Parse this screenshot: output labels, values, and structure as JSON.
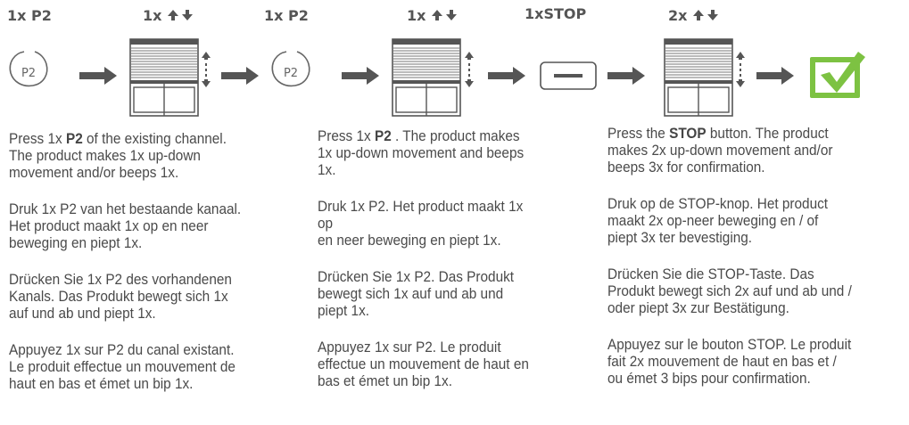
{
  "labels": {
    "step1": "1x P2",
    "step2": "1x",
    "step3": "1x P2",
    "step4": "1x",
    "step5": "1xSTOP",
    "step6": "2x"
  },
  "icons": {
    "remote_text": "P2",
    "updown": "up-down-arrows-icon",
    "arrow": "right-arrow-icon",
    "blind": "blind-icon",
    "stop": "stop-button-icon",
    "check": "checkmark-icon"
  },
  "colors": {
    "text": "#4a4a4a",
    "check_green": "#7dc242",
    "icon_gray": "#555555"
  },
  "col1": {
    "en_pre": "Press 1x ",
    "en_bold": "P2",
    "en_post": " of the existing channel.\nThe product makes 1x up-down\nmovement and/or beeps 1x.",
    "nl": "Druk 1x P2 van het bestaande kanaal.\nHet product maakt 1x op en neer\nbeweging en piept 1x.",
    "de": "Drücken Sie 1x P2 des vorhandenen\nKanals. Das Produkt bewegt sich 1x\nauf und ab und piept 1x.",
    "fr": "Appuyez 1x sur P2 du canal existant.\nLe produit effectue un mouvement de\nhaut en bas et émet un bip 1x."
  },
  "col2": {
    "en_pre": "Press 1x ",
    "en_bold": "P2",
    "en_post": " . The product makes\n1x up-down movement and beeps\n1x.",
    "nl": "Druk 1x P2. Het product maakt 1x\nop\nen neer beweging en piept 1x.",
    "de": "Drücken Sie 1x P2. Das Produkt\nbewegt sich 1x auf und ab und\npiept 1x.",
    "fr": "Appuyez 1x sur P2. Le produit\neffectue un mouvement de haut en\nbas et émet un bip 1x."
  },
  "col3": {
    "en_pre": "Press  the ",
    "en_bold": "STOP",
    "en_post": " button. The product\nmakes 2x up-down movement and/or\nbeeps 3x for confirmation.",
    "nl": "Druk op de STOP-knop. Het product\nmaakt 2x op-neer beweging en / of\npiept 3x ter bevestiging.",
    "de": "Drücken Sie die STOP-Taste. Das\nProdukt bewegt sich 2x auf und ab und /\noder piept 3x zur Bestätigung.",
    "fr": "Appuyez sur le bouton STOP. Le produit\nfait 2x mouvement de haut en bas et /\nou émet 3 bips pour confirmation."
  }
}
